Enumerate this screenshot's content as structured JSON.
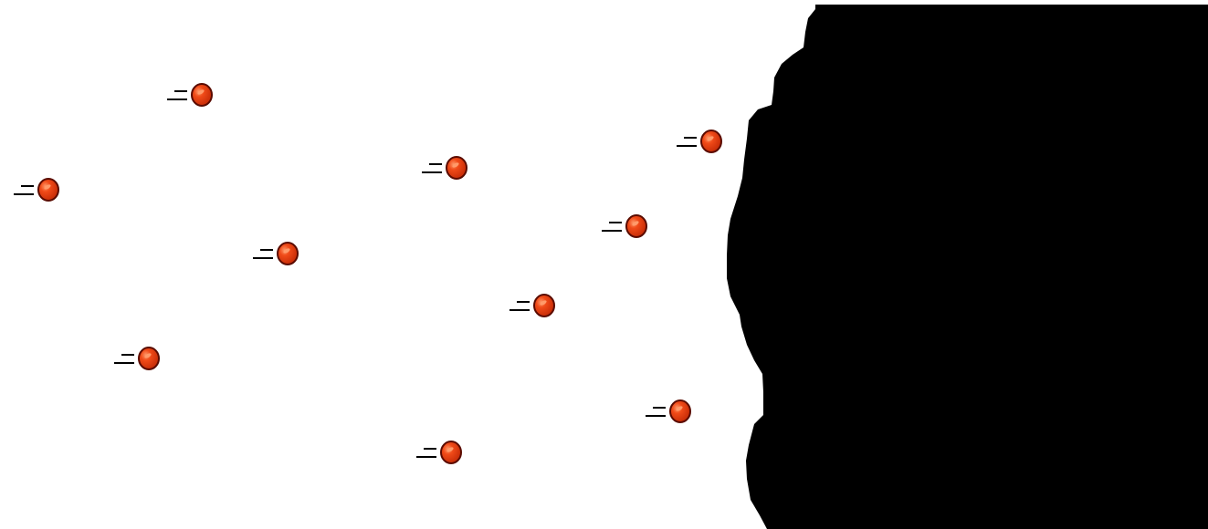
{
  "colors": {
    "background": "#ffffff",
    "wall": "#000000",
    "particle_fill": "#e83a10",
    "particle_highlight": "#ff9a6a",
    "particle_outline": "#5a0b00",
    "motion_lines": "#000000"
  },
  "scene": {
    "wall_icon": "black-irregular-wall",
    "particle_icon": "red-ball-with-motion-lines",
    "particle_count": 10,
    "particle_direction": "right"
  }
}
